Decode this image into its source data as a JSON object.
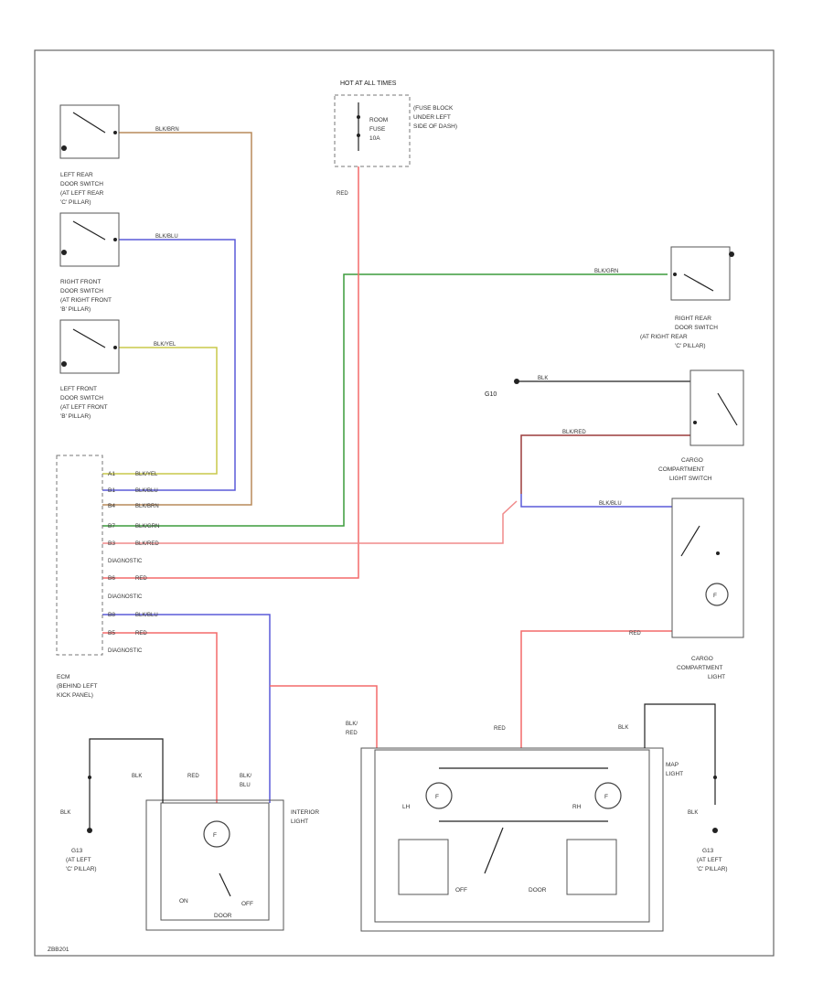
{
  "colors": {
    "red": "#f36a6a",
    "green": "#3c9c3c",
    "blue": "#5a5ad8",
    "tan": "#b98a5a",
    "yellow": "#c8c84a",
    "darkred": "#9c3b3b",
    "black": "#222222"
  },
  "fuse_block": {
    "header": "HOT AT ALL TIMES",
    "fuse": [
      "ROOM",
      "FUSE",
      "10A"
    ],
    "location": [
      "(FUSE BLOCK",
      "UNDER LEFT",
      "SIDE OF DASH)"
    ],
    "wire": "RED"
  },
  "switches": {
    "left_rear": {
      "label": [
        "LEFT REAR",
        "DOOR SWITCH",
        "(AT LEFT REAR",
        "'C' PILLAR)"
      ],
      "wire": "BLK/BRN"
    },
    "right_front": {
      "label": [
        "RIGHT FRONT",
        "DOOR SWITCH",
        "(AT RIGHT FRONT",
        "'B' PILLAR)"
      ],
      "wire": "BLK/BLU"
    },
    "left_front": {
      "label": [
        "LEFT FRONT",
        "DOOR SWITCH",
        "(AT LEFT FRONT",
        "'B' PILLAR)"
      ],
      "wire": "BLK/YEL"
    },
    "right_rear": {
      "label": [
        "RIGHT REAR",
        "DOOR SWITCH",
        "(AT RIGHT REAR",
        "'C' PILLAR)"
      ],
      "wire": "BLK/GRN"
    }
  },
  "cargo_switch": {
    "label": [
      "CARGO",
      "COMPARTMENT",
      "LIGHT SWITCH"
    ],
    "ground": "G10",
    "wire_ground": "BLK",
    "wire_mid": "BLK/RED",
    "wire_red": "BLK/RED",
    "wire_blue": "BLK/BLU"
  },
  "ecm": {
    "label": [
      "ECM",
      "(BEHIND LEFT",
      "KICK PANEL)"
    ],
    "pins": [
      {
        "pin": "A1",
        "wire": "BLK/YEL"
      },
      {
        "pin": "B1",
        "wire": "BLK/BLU"
      },
      {
        "pin": "B4",
        "wire": "BLK/BRN"
      },
      {
        "pin": "B7",
        "wire": "BLK/GRN"
      },
      {
        "pin": "B3",
        "wire": "BLK/RED"
      },
      {
        "pin": "",
        "wire": "DIAGNOSTIC"
      },
      {
        "pin": "B6",
        "wire": "RED"
      },
      {
        "pin": "",
        "wire": "DIAGNOSTIC"
      },
      {
        "pin": "B8",
        "wire": "BLK/BLU"
      },
      {
        "pin": "B5",
        "wire": "RED"
      },
      {
        "pin": "",
        "wire": "DIAGNOSTIC"
      }
    ]
  },
  "cargo_light": {
    "label": [
      "CARGO",
      "COMPARTMENT",
      "LIGHT"
    ],
    "wire": "RED"
  },
  "interior_light": {
    "label": [
      "INTERIOR",
      "LIGHT"
    ],
    "positions": [
      "ON",
      "DOOR",
      "OFF"
    ],
    "wire_red": "RED",
    "wire_blk": "BLK",
    "wire_blkblu": [
      "BLK/",
      "BLU"
    ],
    "ground_wire": "BLK",
    "ground": [
      "G13",
      "(AT LEFT",
      "'C' PILLAR)"
    ]
  },
  "map_light": {
    "label": [
      "MAP",
      "LIGHT"
    ],
    "lamps": [
      "LH",
      "RH"
    ],
    "positions": [
      "OFF",
      "DOOR"
    ],
    "wire_left": [
      "BLK/",
      "RED"
    ],
    "wire_red": "RED",
    "wire_blk": "BLK",
    "ground_wire": "BLK",
    "ground": [
      "G13",
      "(AT LEFT",
      "'C' PILLAR)"
    ]
  },
  "footer": "ZBB201"
}
